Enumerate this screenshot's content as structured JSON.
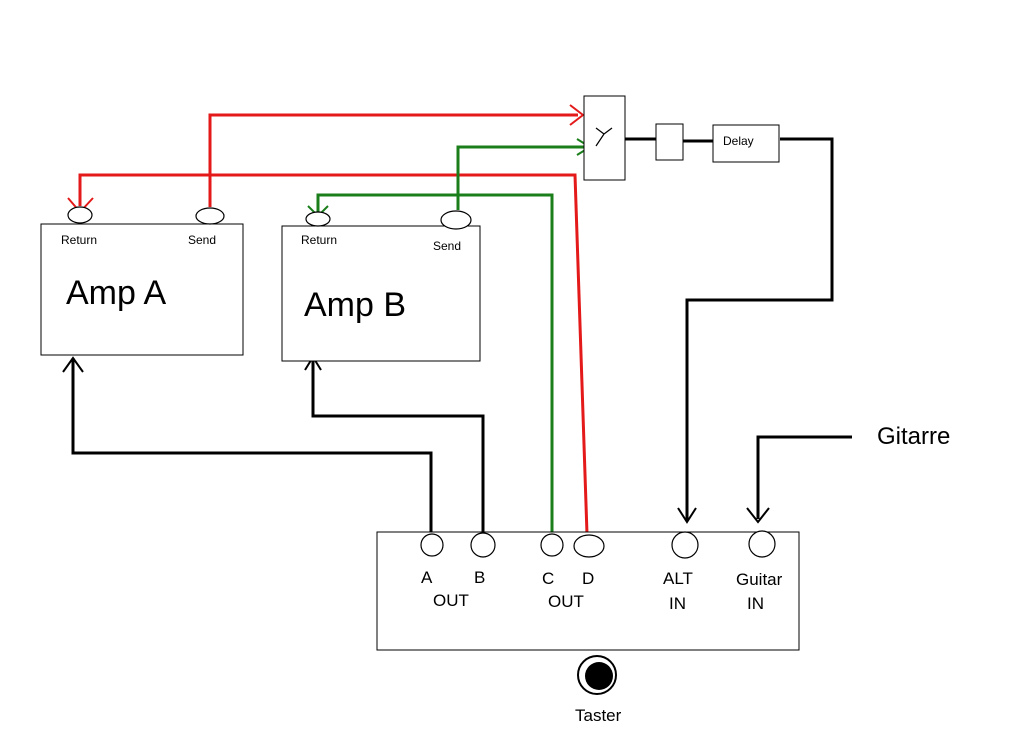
{
  "amp_a": {
    "title": "Amp A",
    "return_label": "Return",
    "send_label": "Send"
  },
  "amp_b": {
    "title": "Amp B",
    "return_label": "Return",
    "send_label": "Send"
  },
  "delay": {
    "label": "Delay"
  },
  "switcher": {
    "out_a": "A",
    "out_b": "B",
    "out_c": "C",
    "out_d": "D",
    "out_label_ab": "OUT",
    "out_label_cd": "OUT",
    "alt_in_line1": "ALT",
    "alt_in_line2": "IN",
    "guitar_in_line1": "Guitar",
    "guitar_in_line2": "IN"
  },
  "guitar": {
    "label": "Gitarre"
  },
  "taster": {
    "label": "Taster"
  },
  "colors": {
    "red": "#e41a1a",
    "green": "#1a7f1a",
    "black": "#000000"
  }
}
